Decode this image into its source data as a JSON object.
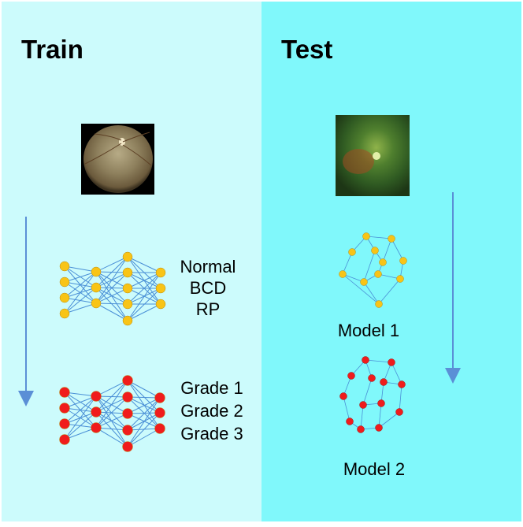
{
  "train": {
    "title": "Train",
    "nn1_labels": [
      "Normal",
      "BCD",
      "RP"
    ],
    "nn2_labels": [
      "Grade 1",
      "Grade 2",
      "Grade 3"
    ]
  },
  "test": {
    "title": "Test",
    "model1_label": "Model 1",
    "model2_label": "Model 2"
  },
  "colors": {
    "train_bg": "#ccfbfc",
    "test_bg": "#80f8fb",
    "yellow_node": "#f8c416",
    "red_node": "#f01c1c",
    "edge": "#4a8fd6",
    "arrow": "#5b8fd6"
  }
}
